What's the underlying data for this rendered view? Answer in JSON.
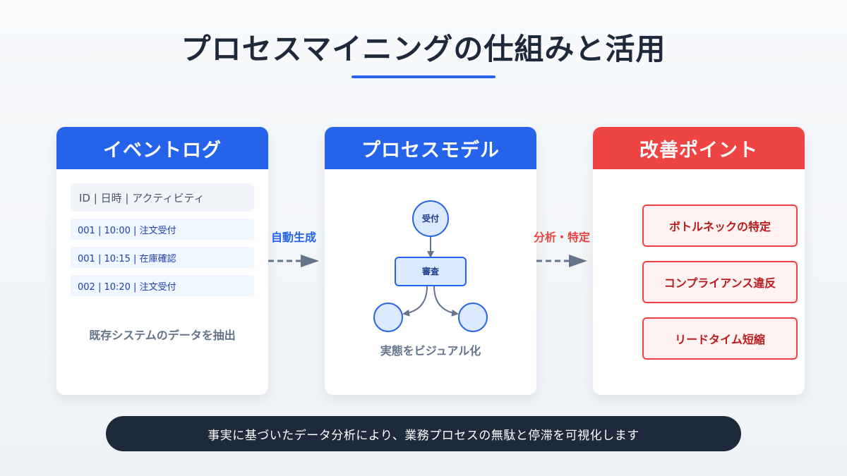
{
  "title": "プロセスマイニングの仕組みと活用",
  "cards": {
    "event_log": {
      "title": "イベントログ",
      "header_row": "ID | 日時 | アクティビティ",
      "rows": [
        "001 | 10:00 | 注文受付",
        "001 | 10:15 | 在庫確認",
        "002 | 10:20 | 注文受付"
      ],
      "caption": "既存システムのデータを抽出"
    },
    "process_model": {
      "title": "プロセスモデル",
      "nodes": {
        "start": "受付",
        "review": "審査"
      },
      "caption": "実態をビジュアル化"
    },
    "improvement": {
      "title": "改善ポイント",
      "items": [
        "ボトルネックの特定",
        "コンプライアンス違反",
        "リードタイム短縮"
      ]
    }
  },
  "connectors": {
    "first": "自動生成",
    "second": "分析・特定"
  },
  "banner": "事実に基づいたデータ分析により、業務プロセスの無駄と停滞を可視化します",
  "colors": {
    "primary_blue": "#2563eb",
    "alert_red": "#ef4444",
    "dark_navy": "#1e293b",
    "arrow_gray": "#64748b"
  }
}
